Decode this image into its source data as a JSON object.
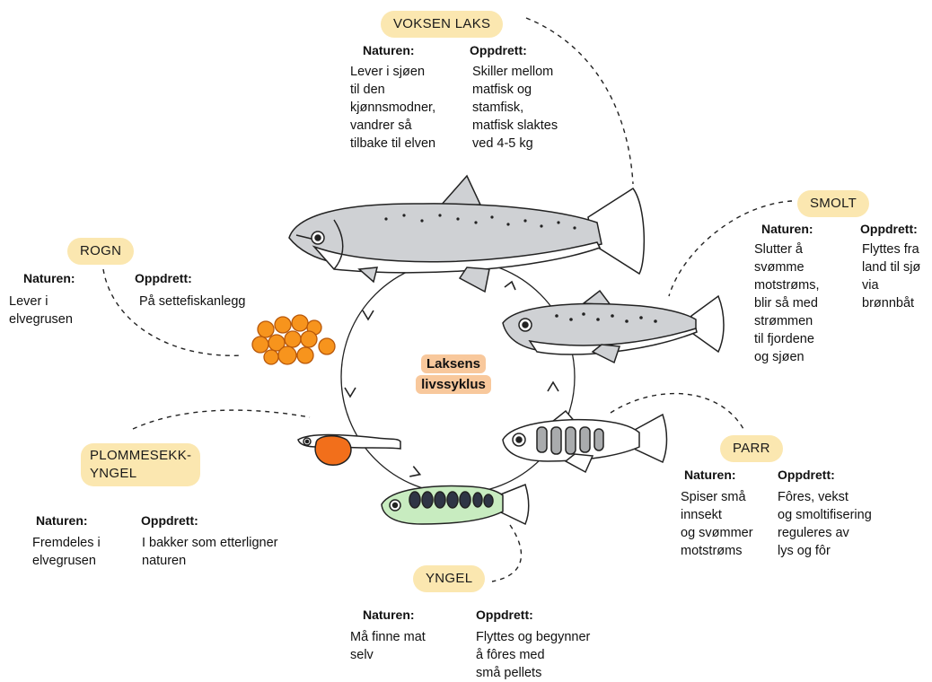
{
  "colors": {
    "badge": "#fbe7b0",
    "center_badge": "#f8c89c",
    "roe": "#f7941d",
    "yolk": "#f26f1b",
    "fry_green": "#c8ecc0",
    "fish_silver": "#cfd1d4"
  },
  "center": {
    "line1": "Laksens",
    "line2": "livssyklus"
  },
  "stages": {
    "voksen": {
      "title": "VOKSEN LAKS",
      "nature_label": "Naturen:",
      "nature_lines": [
        "Lever i sjøen",
        "til den",
        "kjønnsmodner,",
        "vandrer så",
        "tilbake til elven"
      ],
      "farm_label": "Oppdrett:",
      "farm_lines": [
        "Skiller mellom",
        "matfisk og",
        "stamfisk,",
        "matfisk slaktes",
        "ved 4-5 kg"
      ]
    },
    "smolt": {
      "title": "SMOLT",
      "nature_label": "Naturen:",
      "nature_lines": [
        "Slutter å",
        "svømme",
        "motstrøms,",
        "blir  så med",
        "strømmen",
        "til fjordene",
        "og sjøen"
      ],
      "farm_label": "Oppdrett:",
      "farm_lines": [
        "Flyttes fra",
        "land til sjø",
        "via",
        "brønnbåt"
      ]
    },
    "rogn": {
      "title": "ROGN",
      "nature_label": "Naturen:",
      "nature_lines": [
        "Lever i",
        "elvegrusen"
      ],
      "farm_label": "Oppdrett:",
      "farm_lines": [
        "På settefiskanlegg"
      ]
    },
    "plommesekk": {
      "title_line1": "PLOMMESEKK-",
      "title_line2": "YNGEL",
      "nature_label": "Naturen:",
      "nature_lines": [
        "Fremdeles i",
        "elvegrusen"
      ],
      "farm_label": "Oppdrett:",
      "farm_lines": [
        "I bakker som etterligner",
        "naturen"
      ]
    },
    "parr": {
      "title": "PARR",
      "nature_label": "Naturen:",
      "nature_lines": [
        "Spiser små",
        "innsekt",
        "og svømmer",
        "motstrøms"
      ],
      "farm_label": "Oppdrett:",
      "farm_lines": [
        "Fôres, vekst",
        "og smoltifisering",
        "reguleres av",
        "lys og fôr"
      ]
    },
    "yngel": {
      "title": "YNGEL",
      "nature_label": "Naturen:",
      "nature_lines": [
        "Må finne mat",
        "selv"
      ],
      "farm_label": "Oppdrett:",
      "farm_lines": [
        "Flyttes og begynner",
        "å fôres med",
        "små pellets"
      ]
    }
  }
}
